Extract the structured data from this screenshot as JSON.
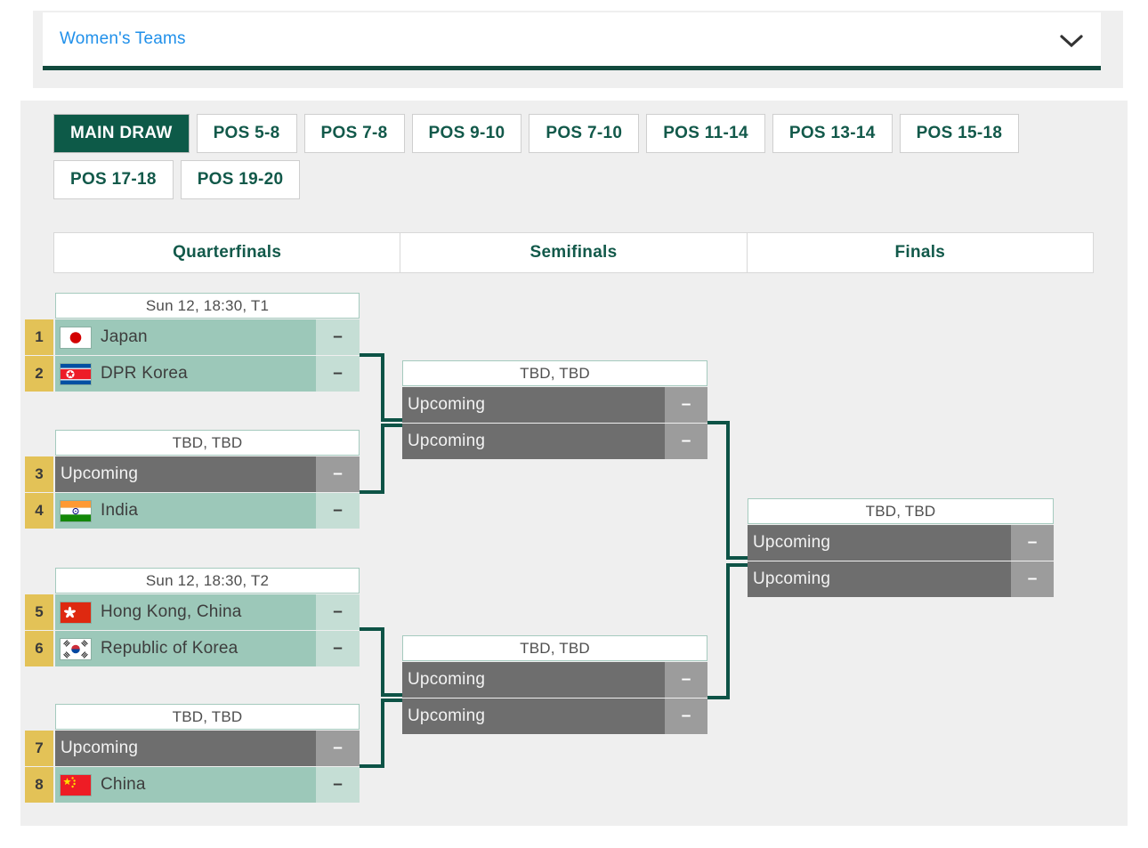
{
  "event_selector": {
    "value": "Women's Teams",
    "icon": "chevron-down-icon"
  },
  "tabs": [
    {
      "label": "MAIN DRAW",
      "active": true
    },
    {
      "label": "POS 5-8"
    },
    {
      "label": "POS 7-8"
    },
    {
      "label": "POS 9-10"
    },
    {
      "label": "POS 7-10"
    },
    {
      "label": "POS 11-14"
    },
    {
      "label": "POS 13-14"
    },
    {
      "label": "POS 15-18"
    },
    {
      "label": "POS 17-18"
    },
    {
      "label": "POS 19-20"
    }
  ],
  "rounds": {
    "quarterfinals": "Quarterfinals",
    "semifinals": "Semifinals",
    "finals": "Finals"
  },
  "matches": {
    "qf": [
      {
        "schedule": "Sun 12, 18:30, T1",
        "slots": [
          {
            "seed": "1",
            "name": "Japan",
            "flag": "japan",
            "score": "–"
          },
          {
            "seed": "2",
            "name": "DPR Korea",
            "flag": "dpr-korea",
            "score": "–"
          }
        ]
      },
      {
        "schedule": "TBD, TBD",
        "slots": [
          {
            "seed": "3",
            "name": "Upcoming",
            "score": "–"
          },
          {
            "seed": "4",
            "name": "India",
            "flag": "india",
            "score": "–"
          }
        ]
      },
      {
        "schedule": "Sun 12, 18:30, T2",
        "slots": [
          {
            "seed": "5",
            "name": "Hong Kong, China",
            "flag": "hong-kong",
            "score": "–"
          },
          {
            "seed": "6",
            "name": "Republic of Korea",
            "flag": "republic-of-korea",
            "score": "–"
          }
        ]
      },
      {
        "schedule": "TBD, TBD",
        "slots": [
          {
            "seed": "7",
            "name": "Upcoming",
            "score": "–"
          },
          {
            "seed": "8",
            "name": "China",
            "flag": "china",
            "score": "–"
          }
        ]
      }
    ],
    "sf": [
      {
        "schedule": "TBD, TBD",
        "slots": [
          {
            "name": "Upcoming",
            "score": "–"
          },
          {
            "name": "Upcoming",
            "score": "–"
          }
        ]
      },
      {
        "schedule": "TBD, TBD",
        "slots": [
          {
            "name": "Upcoming",
            "score": "–"
          },
          {
            "name": "Upcoming",
            "score": "–"
          }
        ]
      }
    ],
    "final": [
      {
        "schedule": "TBD, TBD",
        "slots": [
          {
            "name": "Upcoming",
            "score": "–"
          },
          {
            "name": "Upcoming",
            "score": "–"
          }
        ]
      }
    ]
  },
  "colors": {
    "accent_green": "#0d5a48",
    "connector_green": "#0d5346",
    "link_blue": "#2090ea",
    "row_teal": "#9cc8b9",
    "row_teal_score": "#c5ded5",
    "seed_gold": "#e3c257",
    "upcoming_gray": "#6e6e6e",
    "upcoming_gray_score": "#9c9c9c",
    "panel_gray": "#efefef"
  }
}
